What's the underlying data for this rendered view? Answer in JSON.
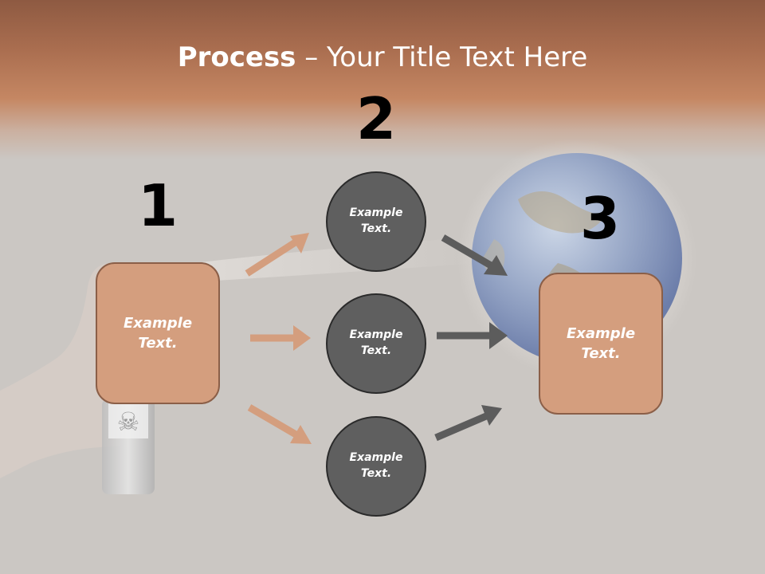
{
  "title": {
    "bold": "Process",
    "rest": " – Your Title Text Here"
  },
  "steps": {
    "n1": "1",
    "n2": "2",
    "n3": "3"
  },
  "boxes": {
    "left": "Example Text.",
    "right": "Example Text."
  },
  "circles": [
    {
      "label": "Example Text."
    },
    {
      "label": "Example Text."
    },
    {
      "label": "Example Text."
    }
  ],
  "colors": {
    "box_fill": "#d49e7e",
    "box_border": "#8b5f48",
    "circle_fill": "#5f5f5f",
    "orange_arrow": "#d49e7e",
    "gray_arrow": "#5c5c5c"
  }
}
